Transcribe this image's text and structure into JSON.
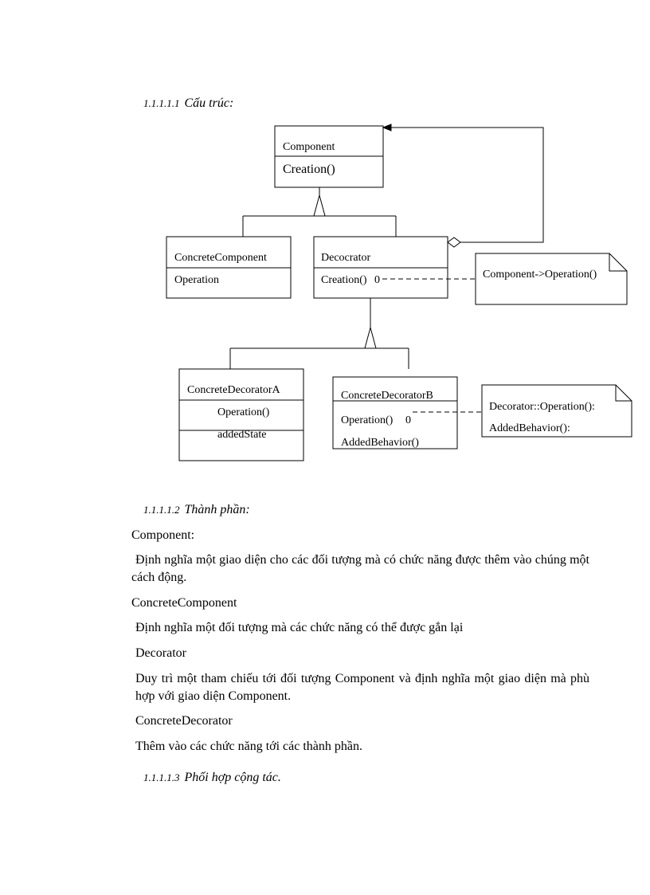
{
  "headings": {
    "structure": {
      "number": "1.1.1.1.1",
      "title": "Cấu trúc:"
    },
    "participants": {
      "number": "1.1.1.1.2",
      "title": "Thành phần:"
    },
    "collaboration": {
      "number": "1.1.1.1.3",
      "title": "Phối hợp cộng tác."
    }
  },
  "diagram": {
    "component": {
      "name": "Component",
      "method": "Creation()"
    },
    "concrete_component": {
      "name": "ConcreteComponent",
      "method": "Operation"
    },
    "decorator": {
      "name": "Decocrator",
      "method": "Creation()"
    },
    "note_top": "Component->Operation()",
    "decorator_a": {
      "name": "ConcreteDecoratorA",
      "method": "Operation()",
      "state": "addedState"
    },
    "decorator_b": {
      "name": "ConcreteDecoratorB",
      "method": "Operation()",
      "behavior": "AddedBehavior()"
    },
    "note_bottom": {
      "line1": "Decorator::Operation():",
      "line2": "AddedBehavior():"
    }
  },
  "sections": {
    "component_label": "Component:",
    "component_desc": "Định nghĩa một giao diện cho các đối tượng mà có chức năng được thêm vào chúng một cách động.",
    "concrete_component_label": "ConcreteComponent",
    "concrete_component_desc": "Định nghĩa một đối tượng mà các chức năng có thể được gắn lại",
    "decorator_label": "Decorator",
    "decorator_desc": "Duy trì một tham chiếu tới đối tượng Component và định nghĩa một giao diện mà phù hợp với giao diện Component.",
    "concrete_decorator_label": "ConcreteDecorator",
    "concrete_decorator_desc": "Thêm vào các chức năng tới các thành phần."
  }
}
